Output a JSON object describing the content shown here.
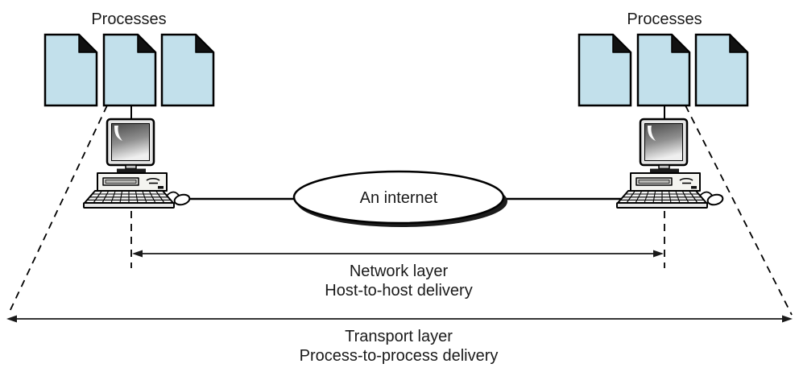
{
  "figure": {
    "hosts": [
      {
        "side": "left",
        "processes_label": "Processes",
        "process_count": 3
      },
      {
        "side": "right",
        "processes_label": "Processes",
        "process_count": 3
      }
    ],
    "network": {
      "label": "An internet"
    },
    "spans": [
      {
        "name": "network",
        "line1": "Network layer",
        "line2": "Host-to-host delivery"
      },
      {
        "name": "transport",
        "line1": "Transport layer",
        "line2": "Process-to-process delivery"
      }
    ]
  },
  "icons": {
    "document": "folded-corner-page-icon",
    "computer": "desktop-pc-icon",
    "mouse": "mouse-icon",
    "internet": "internet-ellipse-icon"
  },
  "colors": {
    "background": "#ffffff",
    "document_fill": "#c2e0eb",
    "line": "#000000",
    "ellipse_shadow": "#1c1c1c"
  }
}
